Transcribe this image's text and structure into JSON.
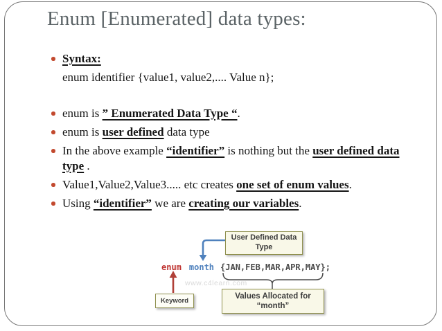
{
  "slide": {
    "title": "Enum [Enumerated] data types:",
    "rows": [
      {
        "bullet": true,
        "gap_after": false,
        "continuation": false,
        "segments": [
          {
            "t": "Syntax:",
            "e": true
          }
        ]
      },
      {
        "bullet": false,
        "gap_after": true,
        "continuation": false,
        "segments": [
          {
            "t": "enum identifier {value1, value2,.... Value n};",
            "e": false
          }
        ]
      },
      {
        "bullet": true,
        "gap_after": false,
        "continuation": false,
        "segments": [
          {
            "t": "enum is ",
            "e": false
          },
          {
            "t": "” Enumerated Data Type “",
            "e": true
          },
          {
            "t": ".",
            "e": false
          }
        ]
      },
      {
        "bullet": true,
        "gap_after": false,
        "continuation": false,
        "segments": [
          {
            "t": "enum is ",
            "e": false
          },
          {
            "t": "user defined",
            "e": true
          },
          {
            "t": " data type",
            "e": false
          }
        ]
      },
      {
        "bullet": true,
        "gap_after": false,
        "continuation": false,
        "segments": [
          {
            "t": "In the above example ",
            "e": false
          },
          {
            "t": "“identifier”",
            "e": true
          },
          {
            "t": " is nothing but the ",
            "e": false
          },
          {
            "t": "user defined data",
            "e": true
          }
        ]
      },
      {
        "bullet": false,
        "gap_after": false,
        "continuation": true,
        "segments": [
          {
            "t": "type",
            "e": true
          },
          {
            "t": " .",
            "e": false
          }
        ]
      },
      {
        "bullet": true,
        "gap_after": false,
        "continuation": false,
        "segments": [
          {
            "t": "Value1,Value2,Value3..... etc creates ",
            "e": false
          },
          {
            "t": "one set of enum values",
            "e": true
          },
          {
            "t": ".",
            "e": false
          }
        ]
      },
      {
        "bullet": true,
        "gap_after": false,
        "continuation": false,
        "segments": [
          {
            "t": "Using ",
            "e": false
          },
          {
            "t": "“identifier”",
            "e": true
          },
          {
            "t": " we are ",
            "e": false
          },
          {
            "t": "creating our variables",
            "e": true
          },
          {
            "t": ".",
            "e": false
          }
        ]
      }
    ]
  },
  "diagram": {
    "code": {
      "keyword": "enum",
      "type_name": "month",
      "values": "{JAN,FEB,MAR,APR,MAY};"
    },
    "labels": {
      "user_defined": "User Defined Data Type",
      "keyword": "Keyword",
      "values_allocated": "Values Allocated for “month”"
    },
    "watermark": "www.c4learn.com"
  },
  "colors": {
    "title": "#5b6366",
    "bullet_dot": "#c2492e",
    "enum_keyword_red": "#bf3330",
    "type_name_blue": "#4f81bd",
    "arrow_blue": "#4f81bd",
    "arrow_red": "#b04038",
    "box_background": "#f9f8e8",
    "box_border": "#90914f",
    "brace_gray": "#4a4a4a",
    "frame_border": "#777777",
    "watermark_gray": "#d9d9d9"
  }
}
